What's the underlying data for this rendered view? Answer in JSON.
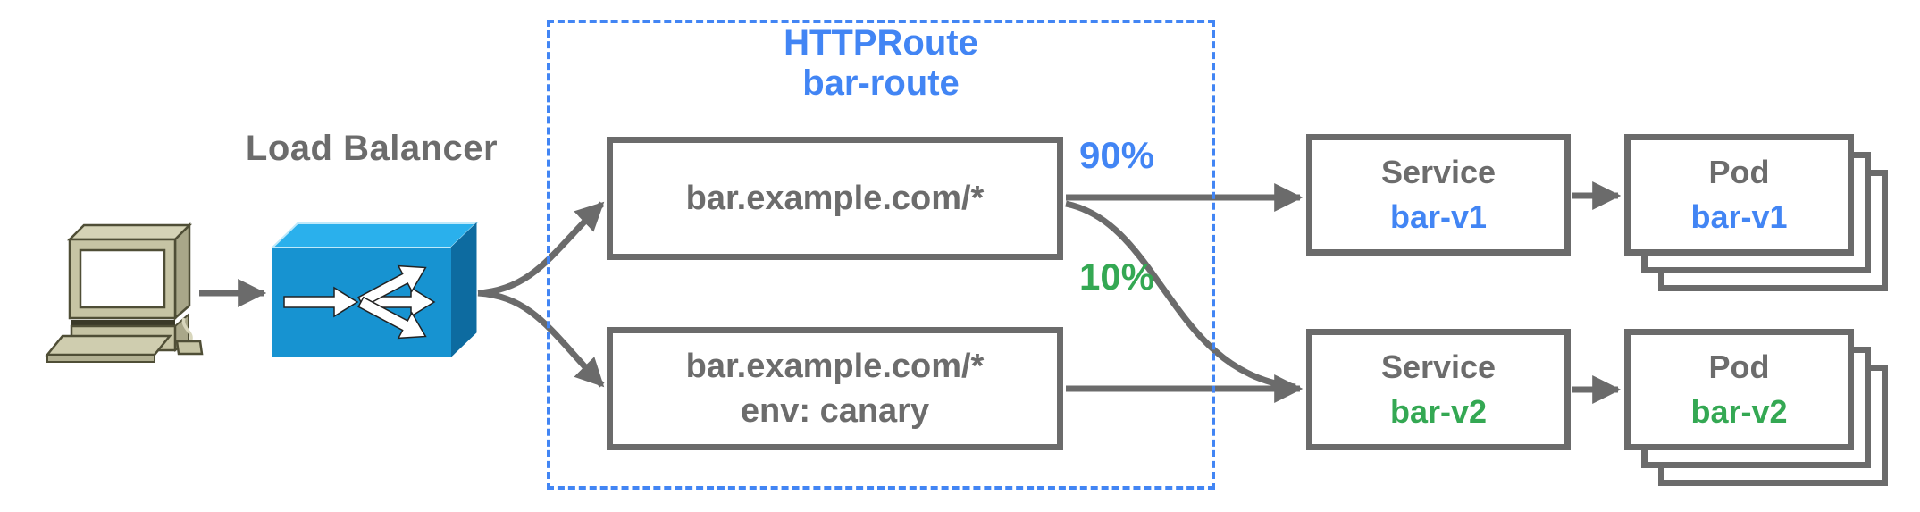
{
  "labels": {
    "load_balancer": "Load Balancer"
  },
  "httproute": {
    "kind": "HTTPRoute",
    "name": "bar-route",
    "rules": [
      {
        "lines": [
          "bar.example.com/*"
        ]
      },
      {
        "lines": [
          "bar.example.com/*",
          "env: canary"
        ]
      }
    ],
    "weights": [
      {
        "value": "90%",
        "color": "#4285F4"
      },
      {
        "value": "10%",
        "color": "#34A853"
      }
    ]
  },
  "backends": [
    {
      "service_kind": "Service",
      "service_name": "bar-v1",
      "pod_kind": "Pod",
      "pod_name": "bar-v1",
      "color": "#4285F4"
    },
    {
      "service_kind": "Service",
      "service_name": "bar-v2",
      "pod_kind": "Pod",
      "pod_name": "bar-v2",
      "color": "#34A853"
    }
  ],
  "icons": {
    "client": "desktop-computer-icon",
    "load_balancer": "load-balancer-icon"
  },
  "colors": {
    "accent_blue": "#4285F4",
    "accent_green": "#34A853",
    "box_border_gray": "#6B6B6B",
    "text_gray": "#6C6C6C",
    "dashed_group_blue": "#4285F4",
    "lb_front": "#1793D1",
    "lb_top": "#2AB0EC",
    "lb_side": "#0D6BA0",
    "computer_body": "#C6C4A4"
  }
}
